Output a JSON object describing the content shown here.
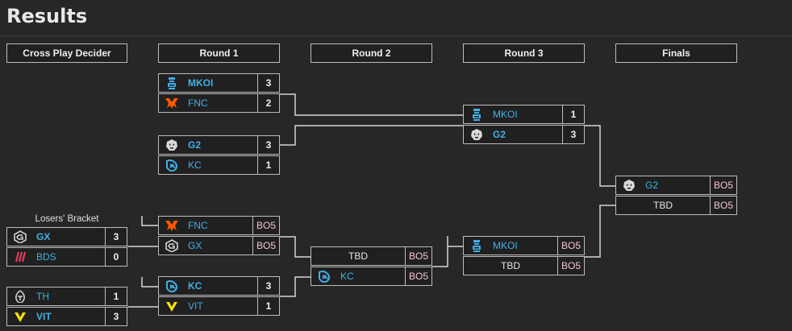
{
  "page": {
    "title": "Results"
  },
  "rounds": {
    "decider": "Cross Play Decider",
    "r1": "Round 1",
    "r2": "Round 2",
    "r3": "Round 3",
    "finals": "Finals"
  },
  "losers_label": "Losers' Bracket",
  "teams": {
    "mkoi": "MKOI",
    "fnc": "FNC",
    "g2": "G2",
    "kc": "KC",
    "gx": "GX",
    "bds": "BDS",
    "th": "TH",
    "vit": "VIT",
    "tbd": "TBD"
  },
  "matches": {
    "r1_m1": {
      "a_score": "3",
      "b_score": "2"
    },
    "r1_m2": {
      "a_score": "3",
      "b_score": "1"
    },
    "r1_m3": {
      "a_score": "BO5",
      "b_score": "BO5"
    },
    "r1_m4": {
      "a_score": "3",
      "b_score": "1"
    },
    "lb_m1": {
      "a_score": "3",
      "b_score": "0"
    },
    "lb_m2": {
      "a_score": "1",
      "b_score": "3"
    },
    "r2_m1": {
      "a_score": "BO5",
      "b_score": "BO5"
    },
    "r3_m1": {
      "a_score": "1",
      "b_score": "3"
    },
    "r3_m2": {
      "a_score": "BO5",
      "b_score": "BO5"
    },
    "final": {
      "a_score": "BO5",
      "b_score": "BO5"
    }
  },
  "icons": {
    "mkoi": "mkoi-logo-icon",
    "fnc": "fnatic-fox-icon",
    "g2": "g2-esports-logo-icon",
    "kc": "karmine-corp-logo-icon",
    "gx": "giantx-logo-icon",
    "bds": "team-bds-logo-icon",
    "th": "team-heretics-logo-icon",
    "vit": "vitality-logo-icon"
  },
  "colors": {
    "background": "#272727",
    "team_name": "#42b0e6",
    "bo_badge": "#f4c4d4",
    "border": "#bdbdbd",
    "fnatic": "#ff5900",
    "vitality": "#f5e400",
    "bds": "#e73a5c"
  }
}
